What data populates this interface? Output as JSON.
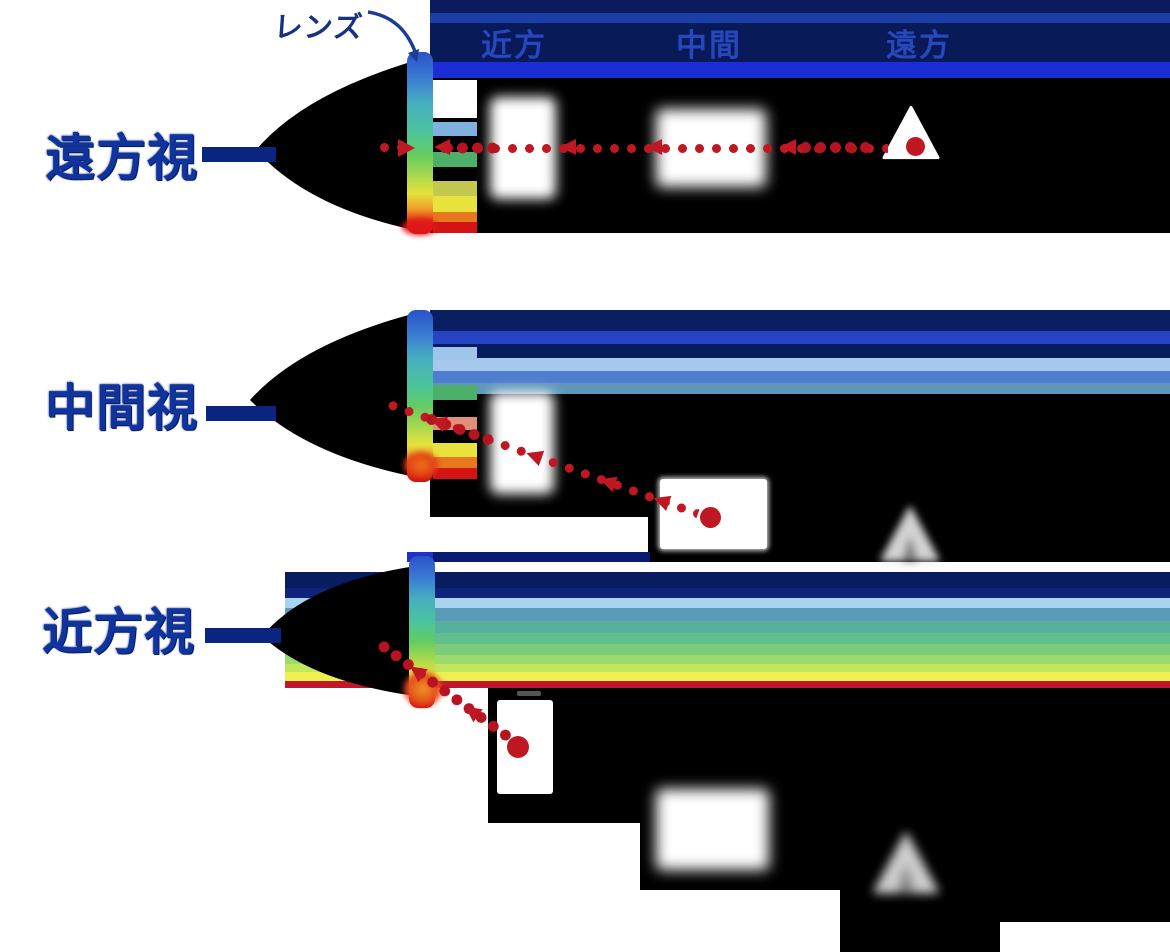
{
  "header": {
    "lens_label": "レンズ",
    "columns": [
      {
        "id": "near",
        "label": "近方"
      },
      {
        "id": "middle",
        "label": "中間"
      },
      {
        "id": "far",
        "label": "遠方"
      }
    ]
  },
  "rows": [
    {
      "id": "far-vision",
      "label": "遠方視",
      "focus_target": "far"
    },
    {
      "id": "intermediate-vision",
      "label": "中間視",
      "focus_target": "middle"
    },
    {
      "id": "near-vision",
      "label": "近方視",
      "focus_target": "near"
    }
  ],
  "colors": {
    "row_label_blue": "#10349e",
    "column_label_blue": "#2847b8",
    "focus_line_red": "#c01822",
    "scene_black": "#000000",
    "sky_navy": "#0a1c5e",
    "sky_bright_blue": "#1b2ed6"
  }
}
